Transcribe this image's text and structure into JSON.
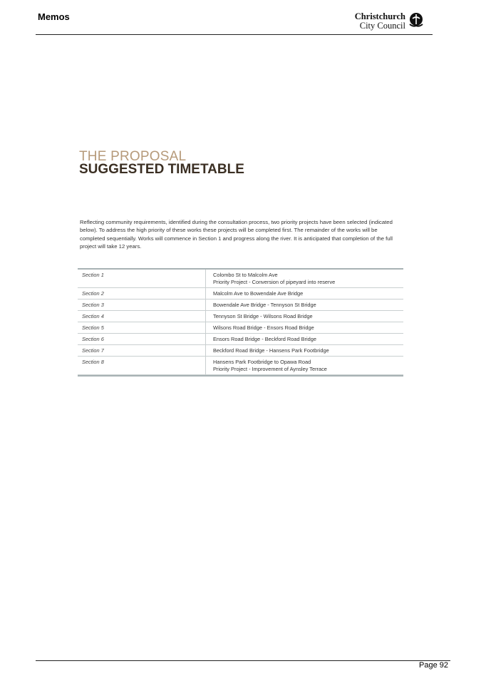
{
  "header": {
    "title": "Memos",
    "logo_line1": "Christchurch",
    "logo_line2": "City Council"
  },
  "proposal": {
    "kicker": "THE PROPOSAL",
    "heading": "SUGGESTED TIMETABLE",
    "intro": "Reflecting community requirements, identified during the consultation process, two priority projects have been selected (indicated below). To address the high priority of these works these projects will be completed first. The remainder of the works will be completed sequentially. Works will commence in Section 1 and progress along the river. It is anticipated that completion of the full project will take 12 years."
  },
  "timetable": {
    "rows": [
      {
        "section": "Section 1",
        "line1": "Colombo St to Malcolm Ave",
        "line2": "Priority Project - Conversion of pipeyard into reserve"
      },
      {
        "section": "Section 2",
        "line1": "Malcolm Ave to Bowendale Ave Bridge",
        "line2": ""
      },
      {
        "section": "Section 3",
        "line1": "Bowendale Ave Bridge - Tennyson St Bridge",
        "line2": ""
      },
      {
        "section": "Section 4",
        "line1": "Tennyson St Bridge - Wilsons Road Bridge",
        "line2": ""
      },
      {
        "section": "Section 5",
        "line1": "Wilsons Road Bridge - Ensors Road Bridge",
        "line2": ""
      },
      {
        "section": "Section 6",
        "line1": "Ensors Road Bridge - Beckford Road Bridge",
        "line2": ""
      },
      {
        "section": "Section 7",
        "line1": "Beckford Road Bridge - Hansens Park Footbridge",
        "line2": ""
      },
      {
        "section": "Section 8",
        "line1": "Hansens Park Footbridge to Opawa Road",
        "line2": "Priority Project - Improvement of Aynsley Terrace"
      }
    ]
  },
  "footer": {
    "page": "Page 92"
  }
}
